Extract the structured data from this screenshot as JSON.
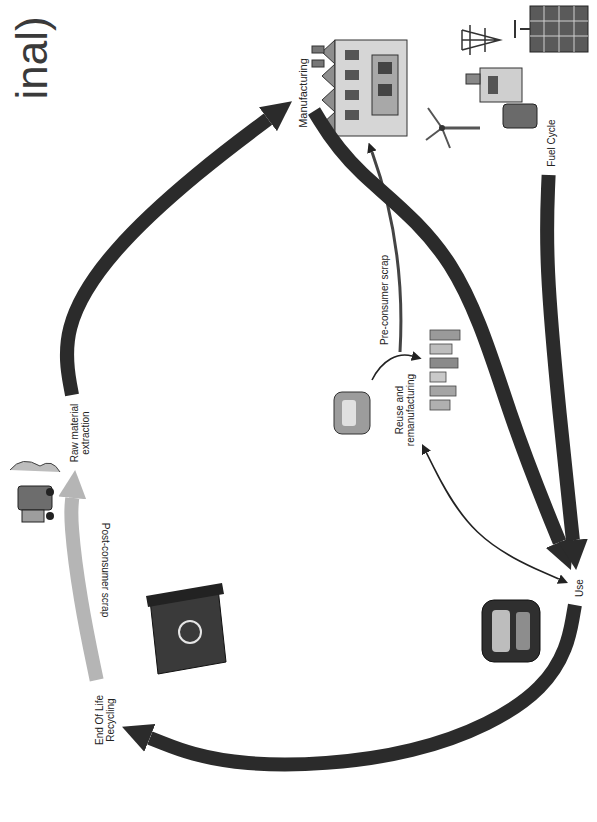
{
  "diagram": {
    "nodes": [
      {
        "text": [
          "Manufacturing"
        ]
      },
      {
        "text": [
          "Raw material extraction"
        ]
      },
      {
        "text": [
          "Reuse and remanufacturing"
        ]
      },
      {
        "text": [
          "Fuel Cycle"
        ]
      },
      {
        "text": [
          "Use"
        ]
      },
      {
        "text": [
          "End Of Life Recycling"
        ]
      }
    ],
    "edges": [
      {
        "from": 1,
        "to": 0,
        "arrow": "to"
      },
      {
        "from": 0,
        "to": 4,
        "arrow": "to"
      },
      {
        "from": 3,
        "to": 4,
        "arrow": "to"
      },
      {
        "from": 4,
        "to": 5,
        "arrow": "to"
      },
      {
        "from": 5,
        "to": 1,
        "label": "Post-consumer scrap",
        "arrow": "to"
      },
      {
        "from": 2,
        "to": 4,
        "arrow": "both"
      }
    ],
    "labels": [
      "inal)",
      "Pre-consumer scrap"
    ]
  }
}
